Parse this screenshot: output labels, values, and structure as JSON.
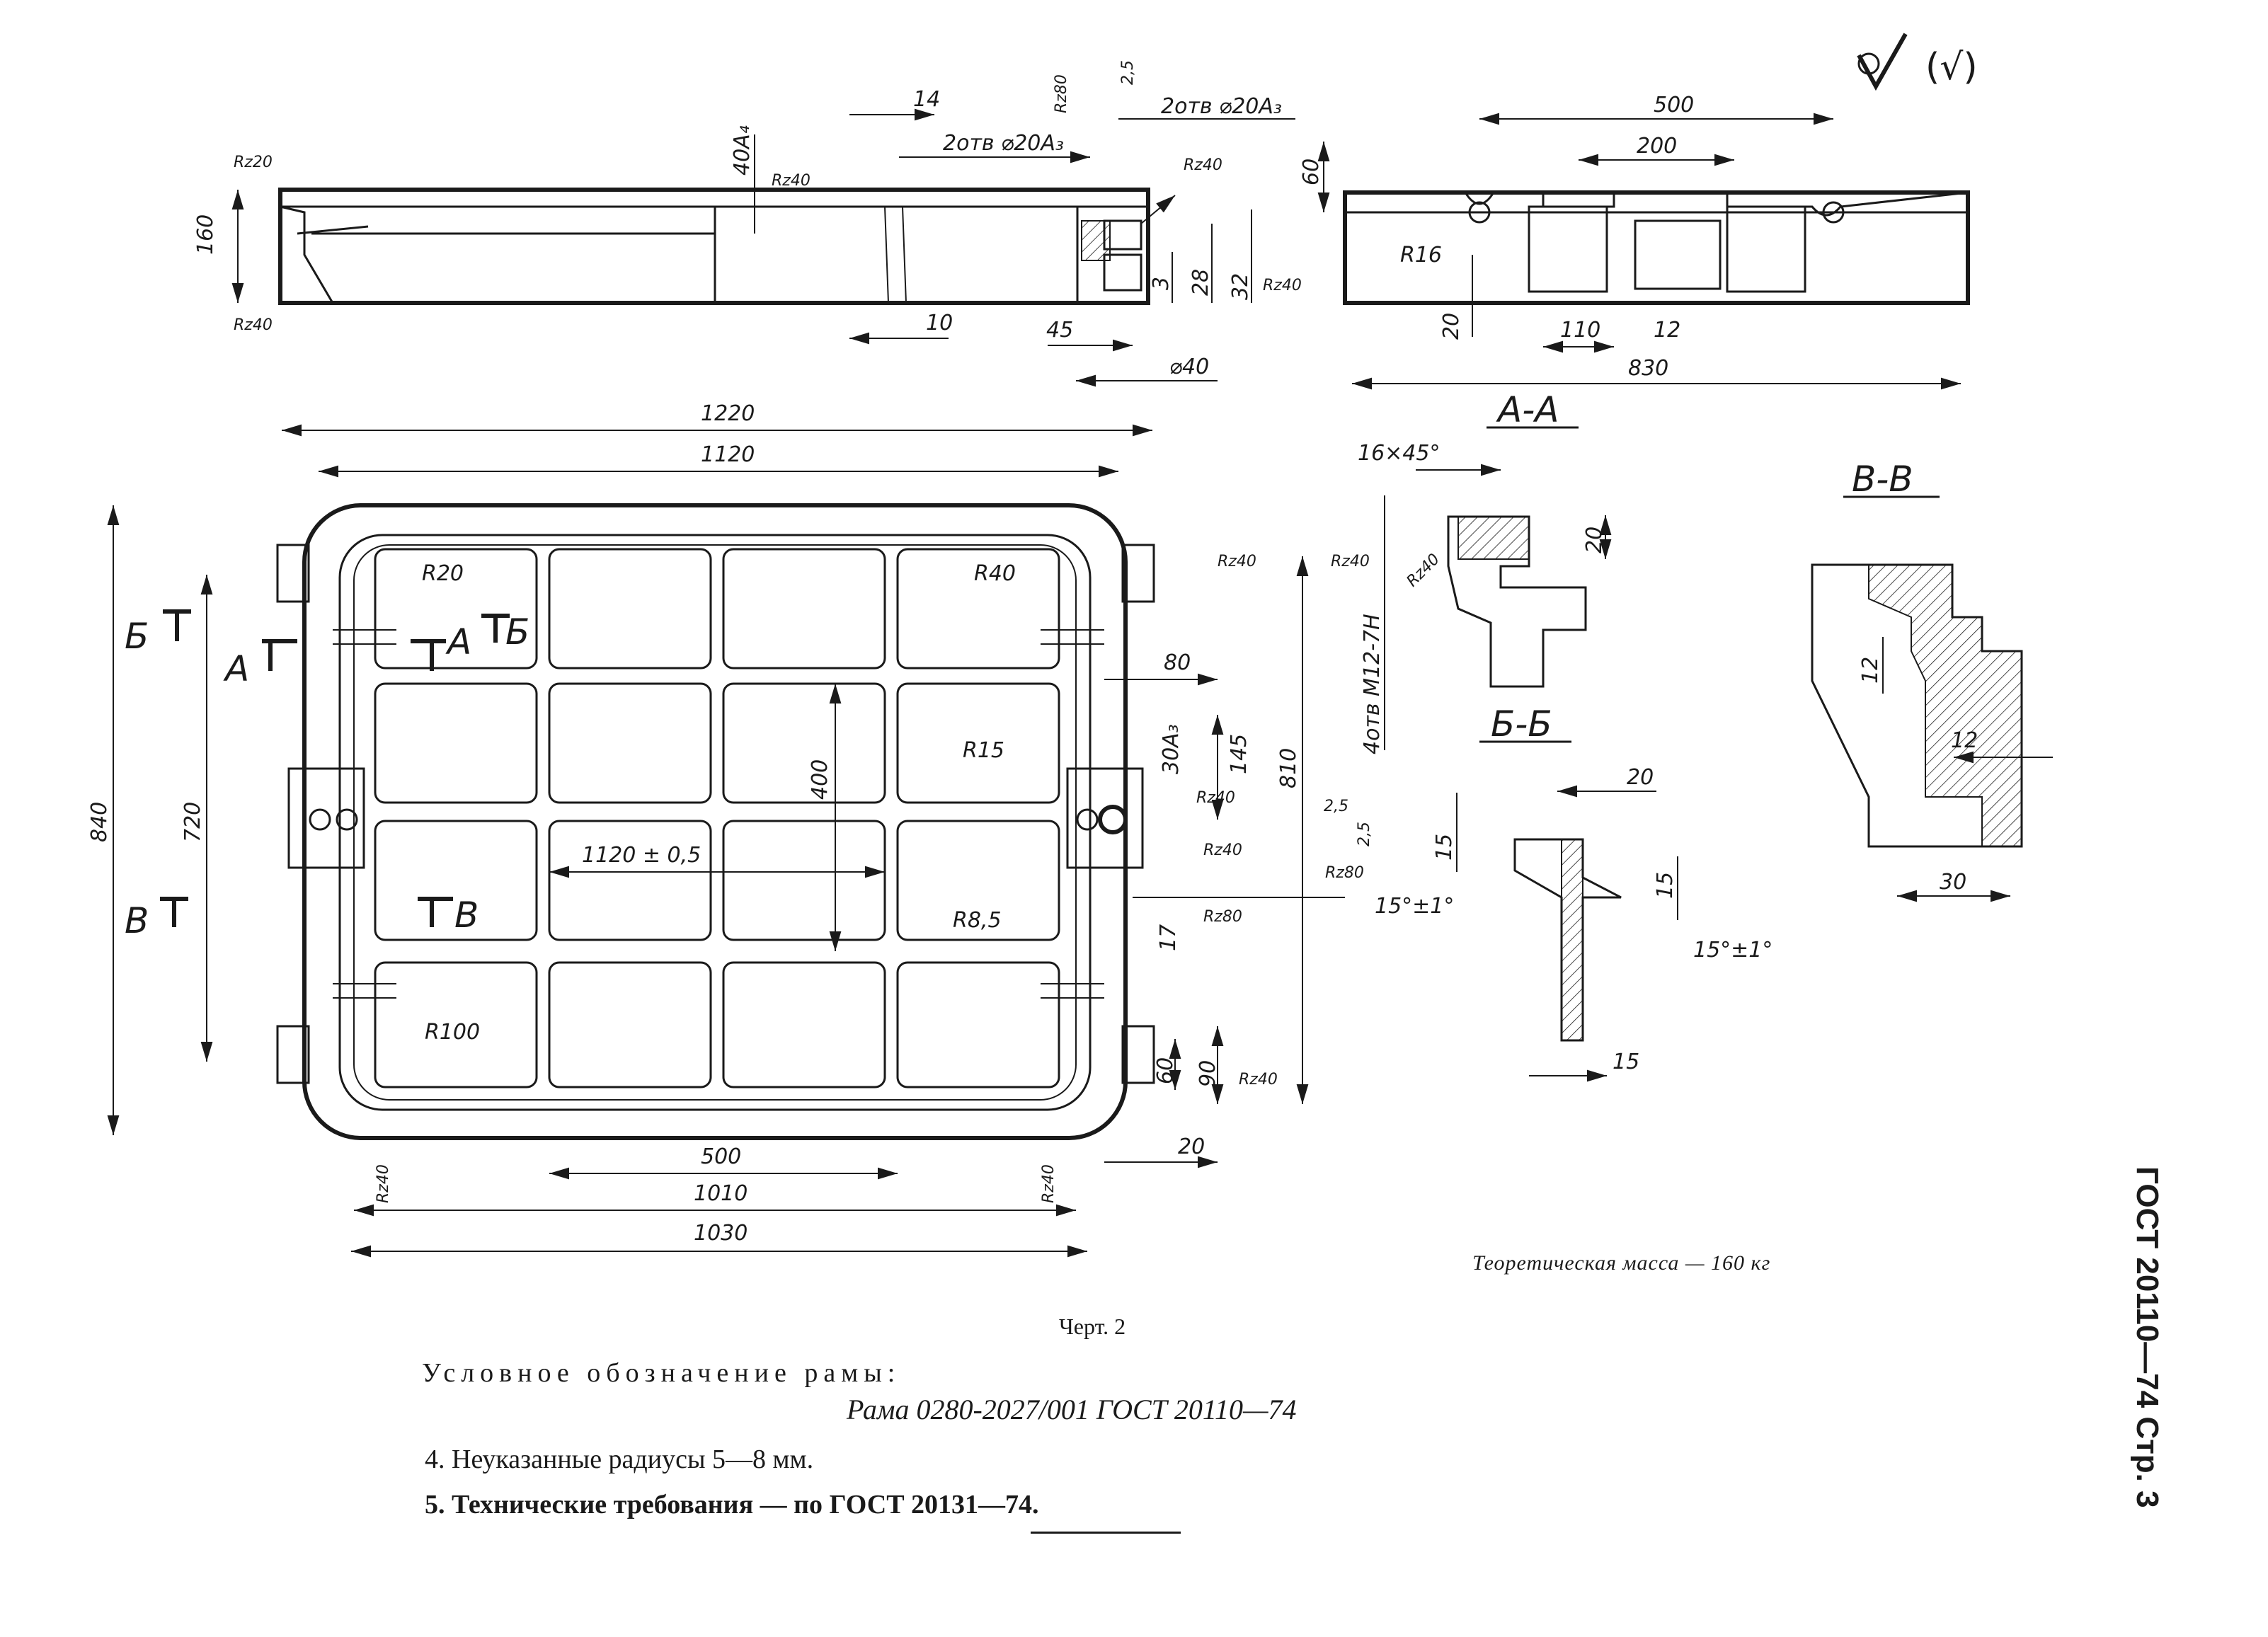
{
  "document": {
    "mass_note": "Теоретическая масса — 160 кг",
    "figure_caption": "Черт. 2",
    "designation_label": "Условное обозначение рамы:",
    "designation_value": "Рама 0280-2027/001 ГОСТ 20110—74",
    "notes": [
      "4. Неуказанные радиусы 5—8 мм.",
      "5. Технические требования — по ГОСТ 20131—74."
    ],
    "page_tag": "ГОСТ 20110—74 Стр. 3",
    "roughness_symbol": "(√)"
  },
  "dimensions": {
    "top_view": [
      "Rz20",
      "160",
      "Rz40",
      "40A₄",
      "Rz40",
      "14",
      "2отв ⌀20A₃",
      "Rz80",
      "2,5",
      "2отв ⌀20A₃",
      "Rz40",
      "3",
      "28",
      "32",
      "Rz40",
      "10",
      "45",
      "⌀40"
    ],
    "section_aa": [
      "500",
      "200",
      "60",
      "R16",
      "20",
      "110",
      "12",
      "830",
      "А-А"
    ],
    "plan": [
      "1220",
      "1120",
      "840",
      "720",
      "R20",
      "R40",
      "R15",
      "R8,5",
      "R100",
      "400",
      "1120 ± 0,5",
      "80",
      "30A₃",
      "145",
      "810",
      "Rz40",
      "Rz40",
      "Rz40",
      "Rz80",
      "17",
      "60",
      "90",
      "Rz40",
      "20",
      "500",
      "1010",
      "1030",
      "Rz40",
      "Rz40"
    ],
    "section_bb": [
      "16×45°",
      "20",
      "Rz40",
      "Rz40",
      "4отв М12-7Н",
      "Б-Б"
    ],
    "section_vv": [
      "В-В",
      "12",
      "12",
      "30"
    ],
    "profile": [
      "20",
      "2,5",
      "2,5",
      "15",
      "15°±1°",
      "Rz80",
      "15",
      "15°±1°",
      "15"
    ],
    "section_markers": [
      "Б",
      "А",
      "А",
      "Б",
      "В",
      "В"
    ]
  }
}
